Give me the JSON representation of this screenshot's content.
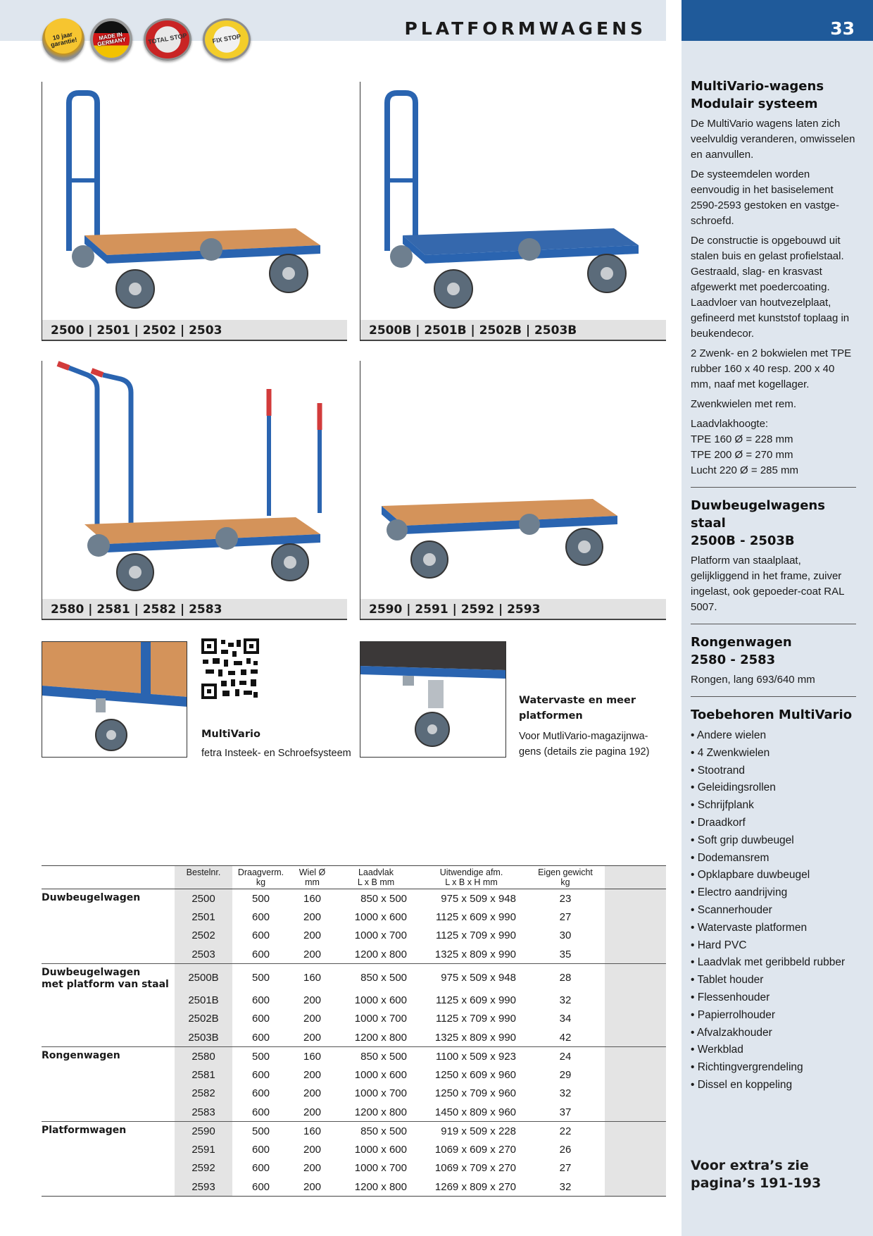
{
  "header": {
    "title": "PLATFORMWAGENS",
    "page_number": "33",
    "badges": [
      "10 jaar garantie!",
      "MADE IN GERMANY",
      "TOTAL STOP",
      "FIX STOP"
    ]
  },
  "products": [
    {
      "caption": "2500 | 2501 | 2502 | 2503"
    },
    {
      "caption": "2500B | 2501B | 2502B | 2503B"
    },
    {
      "caption": "2580 | 2581 | 2582 | 2583"
    },
    {
      "caption": "2590 | 2591 | 2592 | 2593"
    }
  ],
  "multivario": {
    "title": "MultiVario",
    "text": "fetra Insteek- en Schroefsysteem"
  },
  "watervast": {
    "title_line1": "Watervaste en meer",
    "title_line2": "platformen",
    "text_line1": "Voor MutliVario-magazijnwa-",
    "text_line2": "gens (details zie pagina 192)"
  },
  "sidebar": {
    "section1": {
      "title_line1": "MultiVario-wagens",
      "title_line2": "Modulair systeem",
      "p1": "De MultiVario wagens laten zich veelvuldig veranderen, omwisselen en aanvullen.",
      "p2": "De systeemdelen worden eenvoudig in het basiselement 2590-2593 gestoken en vastge-schroefd.",
      "p3": "De constructie is opgebouwd uit stalen buis en gelast profielstaal. Gestraald, slag- en krasvast afgewerkt met poedercoating. Laadvloer van houtvezelplaat, gefineerd met kunststof toplaag in beukendecor.",
      "p4": "2 Zwenk- en 2 bokwielen met TPE rubber 160 x 40 resp. 200 x 40 mm, naaf met kogellager.",
      "p5": "Zwenkwielen met rem.",
      "p6_1": "Laadvlakhoogte:",
      "p6_2": "TPE 160 Ø = 228 mm",
      "p6_3": "TPE 200 Ø = 270 mm",
      "p6_4": "Lucht 220 Ø = 285 mm"
    },
    "section2": {
      "title_line1": "Duwbeugelwagens staal",
      "title_line2": "2500B - 2503B",
      "text": "Platform van staalplaat, gelijkliggend in het frame, zuiver ingelast, ook gepoeder-coat RAL 5007."
    },
    "section3": {
      "title_line1": "Rongenwagen",
      "title_line2": "2580 - 2583",
      "text": "Rongen, lang 693/640 mm"
    },
    "section4": {
      "title": "Toebehoren MultiVario",
      "items": [
        "Andere wielen",
        "4 Zwenkwielen",
        "Stootrand",
        "Geleidingsrollen",
        "Schrijfplank",
        "Draadkorf",
        "Soft grip duwbeugel",
        "Dodemansrem",
        "Opklapbare duwbeugel",
        "Electro aandrijving",
        "Scannerhouder",
        "Watervaste platformen",
        "Hard PVC",
        "Laadvlak met geribbeld rubber",
        "Tablet houder",
        "Flessenhouder",
        "Papierrolhouder",
        "Afvalzakhouder",
        "Werkblad",
        "Richtingvergrendeling",
        "Dissel en koppeling"
      ]
    },
    "footer_line1": "Voor extra’s zie",
    "footer_line2": "pagina’s 191-193"
  },
  "table": {
    "headers": [
      {
        "l1": "Bestelnr.",
        "l2": ""
      },
      {
        "l1": "Draagverm.",
        "l2": "kg"
      },
      {
        "l1": "Wiel Ø",
        "l2": "mm"
      },
      {
        "l1": "Laadvlak",
        "l2": "L x B mm"
      },
      {
        "l1": "Uitwendige afm.",
        "l2": "L x B x H mm"
      },
      {
        "l1": "Eigen gewicht",
        "l2": "kg"
      }
    ],
    "groups": [
      {
        "name_l1": "Duwbeugelwagen",
        "name_l2": "",
        "rows": [
          [
            "2500",
            "500",
            "160",
            "850 x 500",
            "975 x 509 x 948",
            "23"
          ],
          [
            "2501",
            "600",
            "200",
            "1000 x 600",
            "1125 x 609 x 990",
            "27"
          ],
          [
            "2502",
            "600",
            "200",
            "1000 x 700",
            "1125 x 709 x 990",
            "30"
          ],
          [
            "2503",
            "600",
            "200",
            "1200 x 800",
            "1325 x 809 x 990",
            "35"
          ]
        ]
      },
      {
        "name_l1": "Duwbeugelwagen",
        "name_l2": "met platform van staal",
        "rows": [
          [
            "2500B",
            "500",
            "160",
            "850 x 500",
            "975 x 509 x 948",
            "28"
          ],
          [
            "2501B",
            "600",
            "200",
            "1000 x 600",
            "1125 x 609 x 990",
            "32"
          ],
          [
            "2502B",
            "600",
            "200",
            "1000 x 700",
            "1125 x 709 x 990",
            "34"
          ],
          [
            "2503B",
            "600",
            "200",
            "1200 x 800",
            "1325 x 809 x 990",
            "42"
          ]
        ]
      },
      {
        "name_l1": "Rongenwagen",
        "name_l2": "",
        "rows": [
          [
            "2580",
            "500",
            "160",
            "850 x 500",
            "1100 x 509 x 923",
            "24"
          ],
          [
            "2581",
            "600",
            "200",
            "1000 x 600",
            "1250 x 609 x 960",
            "29"
          ],
          [
            "2582",
            "600",
            "200",
            "1000 x 700",
            "1250 x 709 x 960",
            "32"
          ],
          [
            "2583",
            "600",
            "200",
            "1200 x 800",
            "1450 x 809 x 960",
            "37"
          ]
        ]
      },
      {
        "name_l1": "Platformwagen",
        "name_l2": "",
        "rows": [
          [
            "2590",
            "500",
            "160",
            "850 x 500",
            "919 x 509 x 228",
            "22"
          ],
          [
            "2591",
            "600",
            "200",
            "1000 x 600",
            "1069 x 609 x 270",
            "26"
          ],
          [
            "2592",
            "600",
            "200",
            "1000 x 700",
            "1069 x 709 x 270",
            "27"
          ],
          [
            "2593",
            "600",
            "200",
            "1200 x 800",
            "1269 x 809 x 270",
            "32"
          ]
        ]
      }
    ]
  },
  "colors": {
    "brand_blue": "#1f5a9a",
    "panel_bg": "#dfe6ee",
    "cart_blue": "#2a64b0",
    "wood": "#d4935a"
  }
}
